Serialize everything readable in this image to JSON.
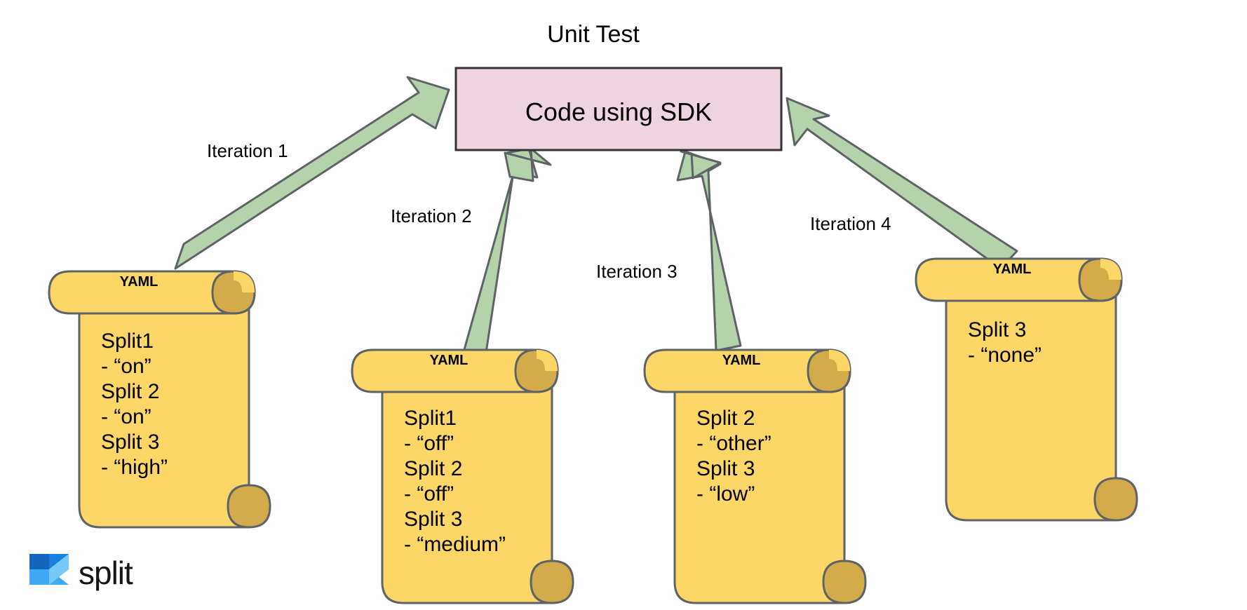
{
  "diagram": {
    "title": "Unit Test",
    "central_box": {
      "label": "Code using SDK",
      "fill": "#eed4e0",
      "stroke": "#333333"
    },
    "arrow_style": {
      "fill": "#b5d3ab",
      "stroke": "#5f6368"
    },
    "scroll_style": {
      "fill": "#fcd767",
      "stroke": "#5f6368",
      "curl_fill": "#d4ab4a"
    },
    "arrows": [
      {
        "label": "Iteration 1"
      },
      {
        "label": "Iteration 2"
      },
      {
        "label": "Iteration 3"
      },
      {
        "label": "Iteration 4"
      }
    ],
    "scrolls": [
      {
        "header": "YAML",
        "lines": [
          "Split1",
          " - “on”",
          "Split 2",
          "- “on”",
          "Split 3",
          "- “high”"
        ]
      },
      {
        "header": "YAML",
        "lines": [
          "Split1",
          " - “off”",
          "Split 2",
          "- “off”",
          "Split 3",
          "- “medium”"
        ]
      },
      {
        "header": "YAML",
        "lines": [
          "Split 2",
          "- “other”",
          "Split 3",
          "- “low”"
        ]
      },
      {
        "header": "YAML",
        "lines": [
          "Split 3",
          "- “none”"
        ]
      }
    ],
    "logo": {
      "word": "split",
      "mark_colors": [
        "#1a7fe0",
        "#3fa9f5",
        "#76c8f7",
        "#1565c0"
      ]
    }
  }
}
